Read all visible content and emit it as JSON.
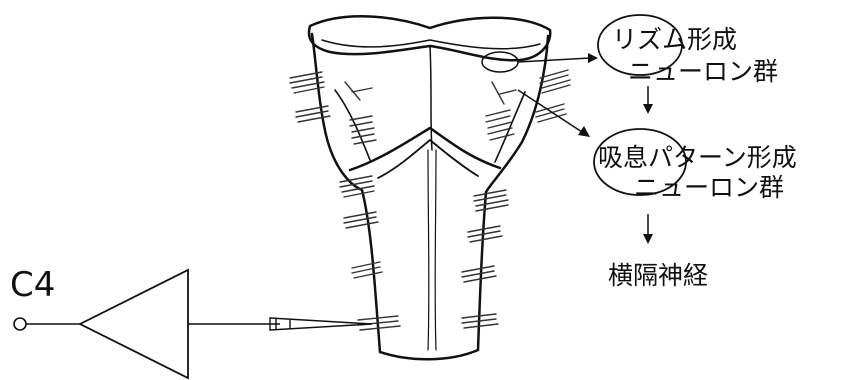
{
  "labels": {
    "c4": "C4",
    "rhythm_line1": "リズム形成",
    "rhythm_line2": "ニューロン群",
    "pattern_line1": "吸息パターン形成",
    "pattern_line2": "ニューロン群",
    "phrenic": "横隔神経"
  },
  "colors": {
    "ink": "#111111",
    "nerve_hatch": "#333333",
    "background": "#ffffff"
  }
}
